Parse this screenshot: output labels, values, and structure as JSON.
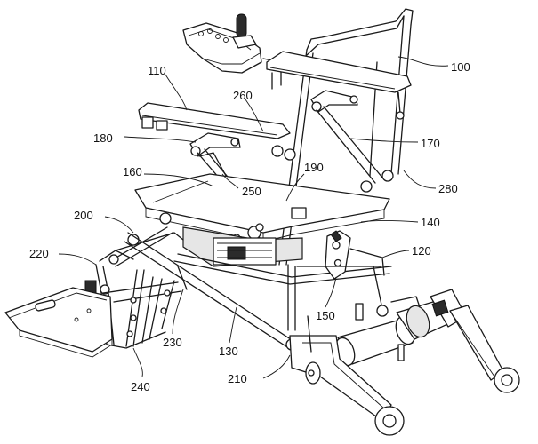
{
  "labels": {
    "l100": "100",
    "l110": "110",
    "l120": "120",
    "l130": "130",
    "l140": "140",
    "l150": "150",
    "l160": "160",
    "l170": "170",
    "l180": "180",
    "l190": "190",
    "l200": "200",
    "l210": "210",
    "l220": "220",
    "l230": "230",
    "l240": "240",
    "l250": "250",
    "l260": "260",
    "l280": "280"
  }
}
